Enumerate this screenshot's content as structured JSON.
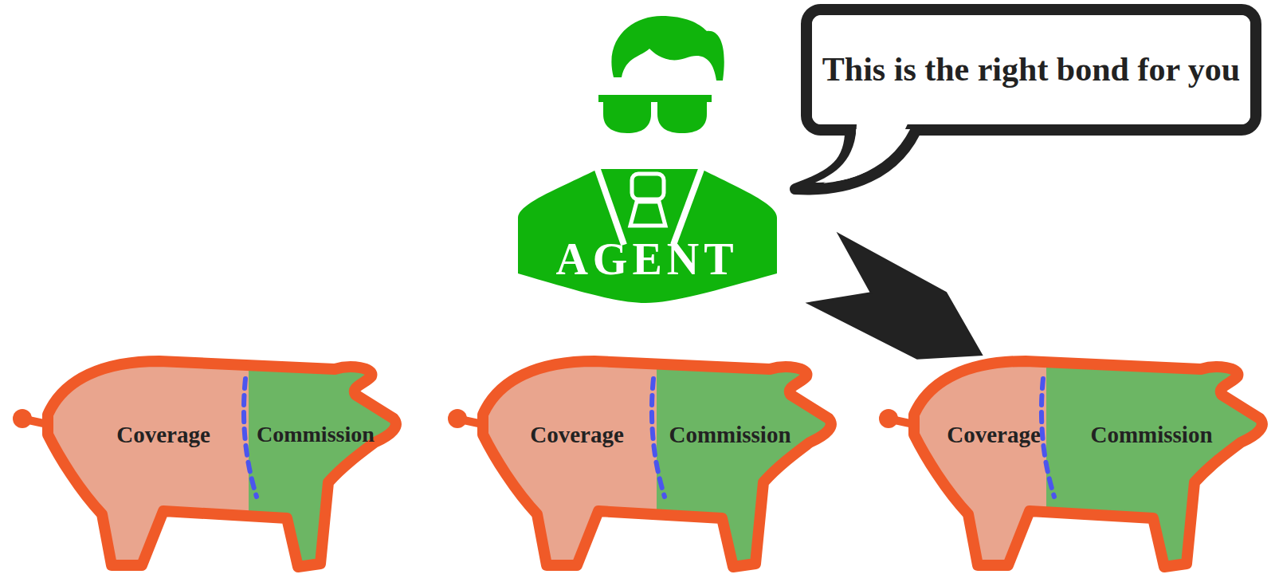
{
  "diagram": {
    "nodes": [
      {
        "text": [
          "AGENT"
        ]
      },
      {
        "text": [
          "This is the right bond for you"
        ]
      },
      {
        "text": [
          "Coverage",
          "Commission"
        ]
      },
      {
        "text": [
          "Coverage",
          "Commission"
        ]
      },
      {
        "text": [
          "Coverage",
          "Commission"
        ]
      }
    ],
    "edges": [
      {
        "from": 0,
        "to": 4,
        "arrow": "to"
      }
    ]
  }
}
